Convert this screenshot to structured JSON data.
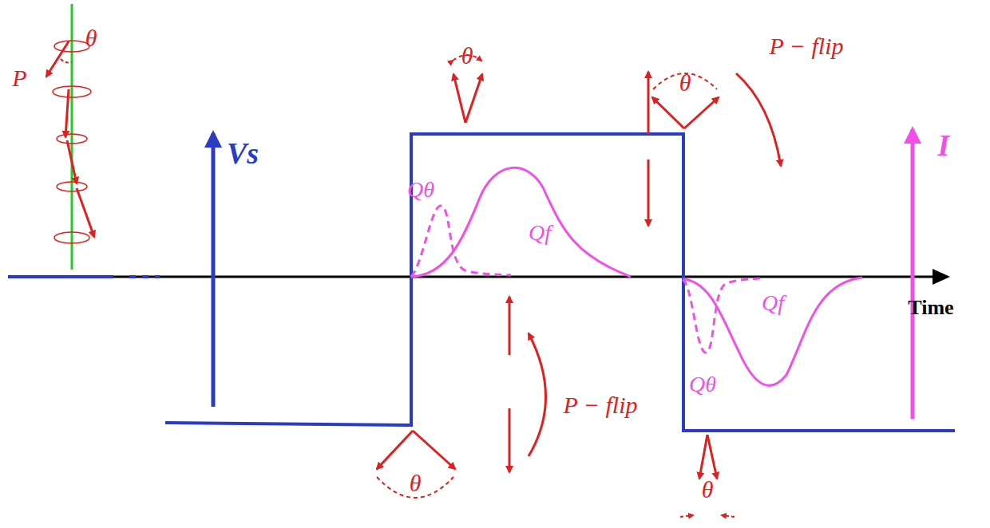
{
  "diagram": {
    "labels": [
      "θ",
      "P⃗",
      "Vs",
      "θ",
      "Qθ",
      "Qf",
      "θ",
      "P − flip",
      "I",
      "Time",
      "P − flip",
      "θ",
      "Qf",
      "Qθ",
      "θ"
    ]
  }
}
